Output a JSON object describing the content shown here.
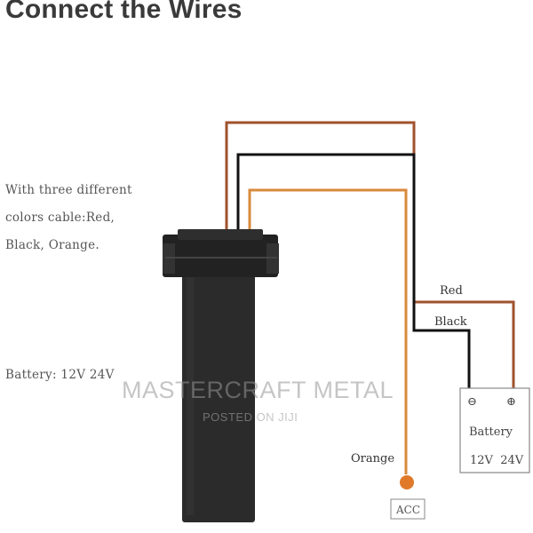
{
  "title": "Connect the Wires",
  "description_lines": [
    "With three different",
    "colors cable:Red,",
    "Black, Orange."
  ],
  "battery_spec": "Battery: 12V 24V",
  "wires": [
    {
      "label": "Red",
      "color": "#a0522d"
    },
    {
      "label": "Black",
      "color": "#111111"
    },
    {
      "label": "Orange",
      "color": "#d98a3c"
    }
  ],
  "battery_box": {
    "label": "Battery",
    "voltages": "12V  24V",
    "terminals": [
      "⊖",
      "⊕"
    ]
  },
  "acc_label": "ACC",
  "watermark": {
    "main": "MASTERCRAFT METAL",
    "sub": "POSTED ON JIJI"
  },
  "colors": {
    "device_body": "#2b2b2b",
    "device_edge": "#1a1a1a",
    "acc_dot": "#e07a2a"
  }
}
